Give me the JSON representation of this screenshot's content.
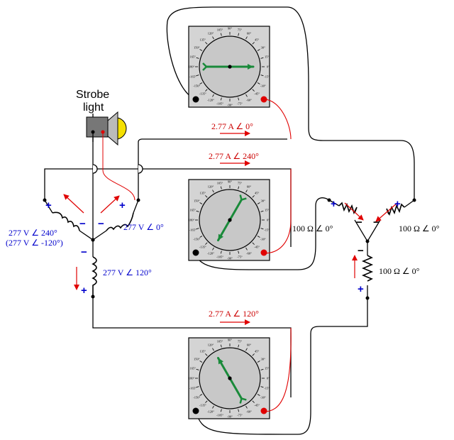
{
  "strobe": {
    "line1": "Strobe",
    "line2": "light"
  },
  "sources": [
    {
      "label": "277 V ∠ 0°"
    },
    {
      "label": "277 V ∠ 240°",
      "alt": "(277 V ∠ -120°)"
    },
    {
      "label": "277 V ∠ 120°"
    }
  ],
  "currents": [
    {
      "label": "2.77 A ∠ 0°"
    },
    {
      "label": "2.77 A ∠ 240°"
    },
    {
      "label": "2.77 A ∠ 120°"
    }
  ],
  "loads": [
    {
      "label": "100 Ω ∠ 0°"
    },
    {
      "label": "100 Ω ∠ 0°"
    },
    {
      "label": "100 Ω ∠ 0°"
    }
  ],
  "meters": [
    {
      "pointer_angle_deg": 0
    },
    {
      "pointer_angle_deg": 240
    },
    {
      "pointer_angle_deg": 120
    }
  ],
  "signs": {
    "plus": "+",
    "minus": "−"
  },
  "dial_ticks": [
    "0°",
    "15°",
    "30°",
    "45°",
    "60°",
    "75°",
    "90°",
    "105°",
    "120°",
    "135°",
    "150°",
    "165°",
    "180°",
    "-165°",
    "-150°",
    "-135°",
    "-120°",
    "-105°",
    "-90°",
    "-75°",
    "-60°",
    "-45°",
    "-30°",
    "-15°"
  ],
  "colors": {
    "wire": "#000000",
    "probe_wire": "#e00000",
    "arrow": "#e00000",
    "pointer": "#1a8a3a",
    "meter_bg": "#d4d4d4",
    "label_blue": "#0000cc",
    "label_red": "#cc0000"
  }
}
